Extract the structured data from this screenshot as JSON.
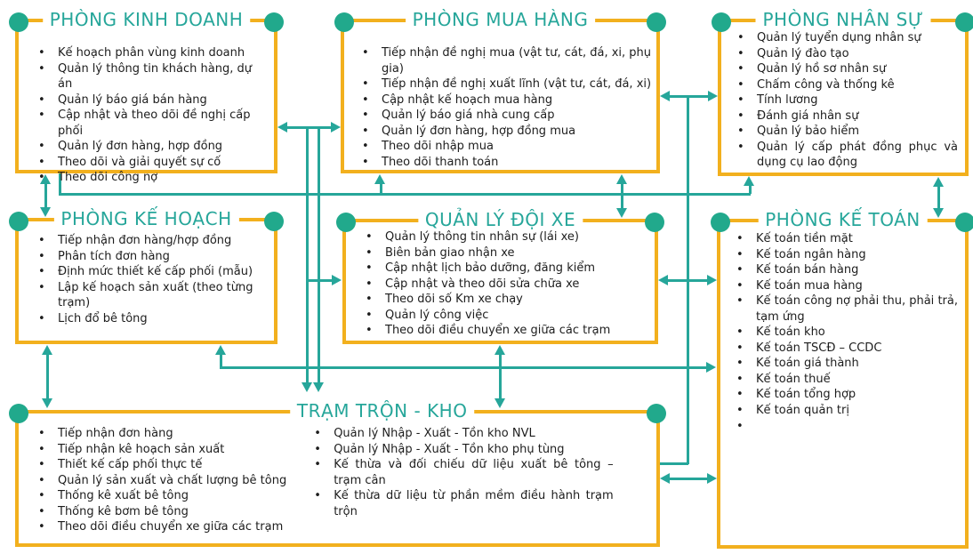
{
  "colors": {
    "yellow": "#F2B01E",
    "teal": "#26A69A",
    "node": "#21A98C",
    "text": "#1d1d1d"
  },
  "departments": [
    {
      "id": "kinh-doanh",
      "title": "PHÒNG KINH DOANH",
      "items": [
        "Kế hoạch phân vùng kinh doanh",
        "Quản lý thông tin khách hàng, dự án",
        "Quản lý báo giá bán hàng",
        "Cập nhật và theo dõi đề nghị cấp phối",
        "Quản lý đơn hàng, hợp đồng",
        "Theo dõi và giải quyết sự cố",
        "Theo dõi công nợ"
      ]
    },
    {
      "id": "mua-hang",
      "title": "PHÒNG MUA HÀNG",
      "items": [
        "Tiếp nhận đề nghị mua (vật tư, cát, đá, xi, phụ gia)",
        "Tiếp nhận đề nghị xuất lĩnh (vật tư, cát, đá, xi)",
        "Cập nhật kế hoạch mua hàng",
        "Quản lý báo giá nhà cung cấp",
        "Quản lý đơn hàng, hợp đồng mua",
        "Theo dõi nhập mua",
        "Theo dõi thanh toán"
      ]
    },
    {
      "id": "nhan-su",
      "title": "PHÒNG NHÂN SỰ",
      "items": [
        "Quản lý tuyển dụng nhân sự",
        "Quản lý đào tạo",
        "Quản lý hồ sơ nhân sự",
        "Chấm công và thống kê",
        "Tính lương",
        "Đánh giá nhân sự",
        "Quản lý bảo hiểm",
        "Quản lý cấp phát đồng phục và dụng cụ lao động"
      ]
    },
    {
      "id": "ke-hoach",
      "title": "PHÒNG KẾ HOẠCH",
      "items": [
        "Tiếp nhận đơn hàng/hợp đồng",
        "Phân tích đơn hàng",
        "Định mức thiết kế cấp phối (mẫu)",
        "Lập kế hoạch sản xuất (theo từng trạm)",
        "Lịch đổ bê tông"
      ]
    },
    {
      "id": "doi-xe",
      "title": "QUẢN LÝ ĐỘI XE",
      "items": [
        "Quản lý thông tin nhân sự (lái xe)",
        "Biên bản giao nhận xe",
        "Cập nhật lịch bảo dưỡng, đăng kiểm",
        "Cập nhật và theo dõi sửa chữa xe",
        "Theo dõi số Km xe chạy",
        "Quản lý công việc",
        "Theo dõi điều chuyển xe giữa các trạm"
      ]
    },
    {
      "id": "ke-toan",
      "title": "PHÒNG KẾ TOÁN",
      "items": [
        "Kế toán tiền mặt",
        "Kế toán ngân hàng",
        "Kế toán bán hàng",
        "Kế toán mua hàng",
        "Kế toán công nợ phải thu, phải trả, tạm ứng",
        "Kế toán kho",
        "Kế toán TSCĐ – CCDC",
        "Kế toán giá thành",
        "Kế toán thuế",
        "Kế toán tổng hợp",
        "Kế toán quản trị",
        ""
      ]
    },
    {
      "id": "tram-tron-kho",
      "title": "TRẠM TRỘN - KHO",
      "items_left": [
        "Tiếp nhận đơn hàng",
        "Tiếp nhận kê hoạch sản xuất",
        "Thiết kế cấp phối thực tế",
        "Quản lý sản xuất và chất lượng bê tông",
        "Thống kê xuất bê tông",
        "Thống kê bơm bê tông",
        "Theo dõi điều chuyển xe giữa các trạm"
      ],
      "items_right": [
        "Quản lý Nhập - Xuất - Tồn kho NVL",
        "Quản lý Nhập - Xuất - Tồn kho phụ tùng",
        "Kế thừa và đối chiếu dữ liệu xuất bê tông – trạm cân",
        "Kế thừa dữ liệu từ phần mềm điều hành trạm trộn"
      ]
    }
  ],
  "connections": [
    {
      "from": "kinh-doanh",
      "to": "mua-hang",
      "style": "double-arrow"
    },
    {
      "from": "mua-hang",
      "to": "nhan-su",
      "style": "double-arrow"
    },
    {
      "from": "kinh-doanh",
      "to": "ke-hoach",
      "style": "double-arrow"
    },
    {
      "from": "mua-hang",
      "to": "doi-xe",
      "style": "double-arrow"
    },
    {
      "from": "nhan-su",
      "to": "ke-toan",
      "style": "double-arrow"
    },
    {
      "from": "kinh-doanh",
      "to": "mua-hang",
      "style": "arrow-bus-bottom"
    },
    {
      "from": "kinh-doanh",
      "to": "nhan-su",
      "style": "arrow-bus-bottom"
    },
    {
      "from": "kinh-doanh/mua-hang junction",
      "to": "tram-tron-kho",
      "style": "arrow-down-pair"
    },
    {
      "from": "kinh-doanh/mua-hang junction",
      "to": "doi-xe",
      "style": "arrow"
    },
    {
      "from": "mua-hang/nhan-su junction",
      "to": "tram-tron-kho",
      "style": "line"
    },
    {
      "from": "ke-hoach",
      "to": "ke-toan",
      "style": "double-arrow-elbow"
    },
    {
      "from": "doi-xe",
      "to": "ke-toan",
      "style": "double-arrow"
    },
    {
      "from": "ke-hoach",
      "to": "tram-tron-kho",
      "style": "double-arrow"
    },
    {
      "from": "doi-xe",
      "to": "tram-tron-kho",
      "style": "double-arrow"
    },
    {
      "from": "tram-tron-kho",
      "to": "ke-toan",
      "style": "double-arrow"
    }
  ]
}
